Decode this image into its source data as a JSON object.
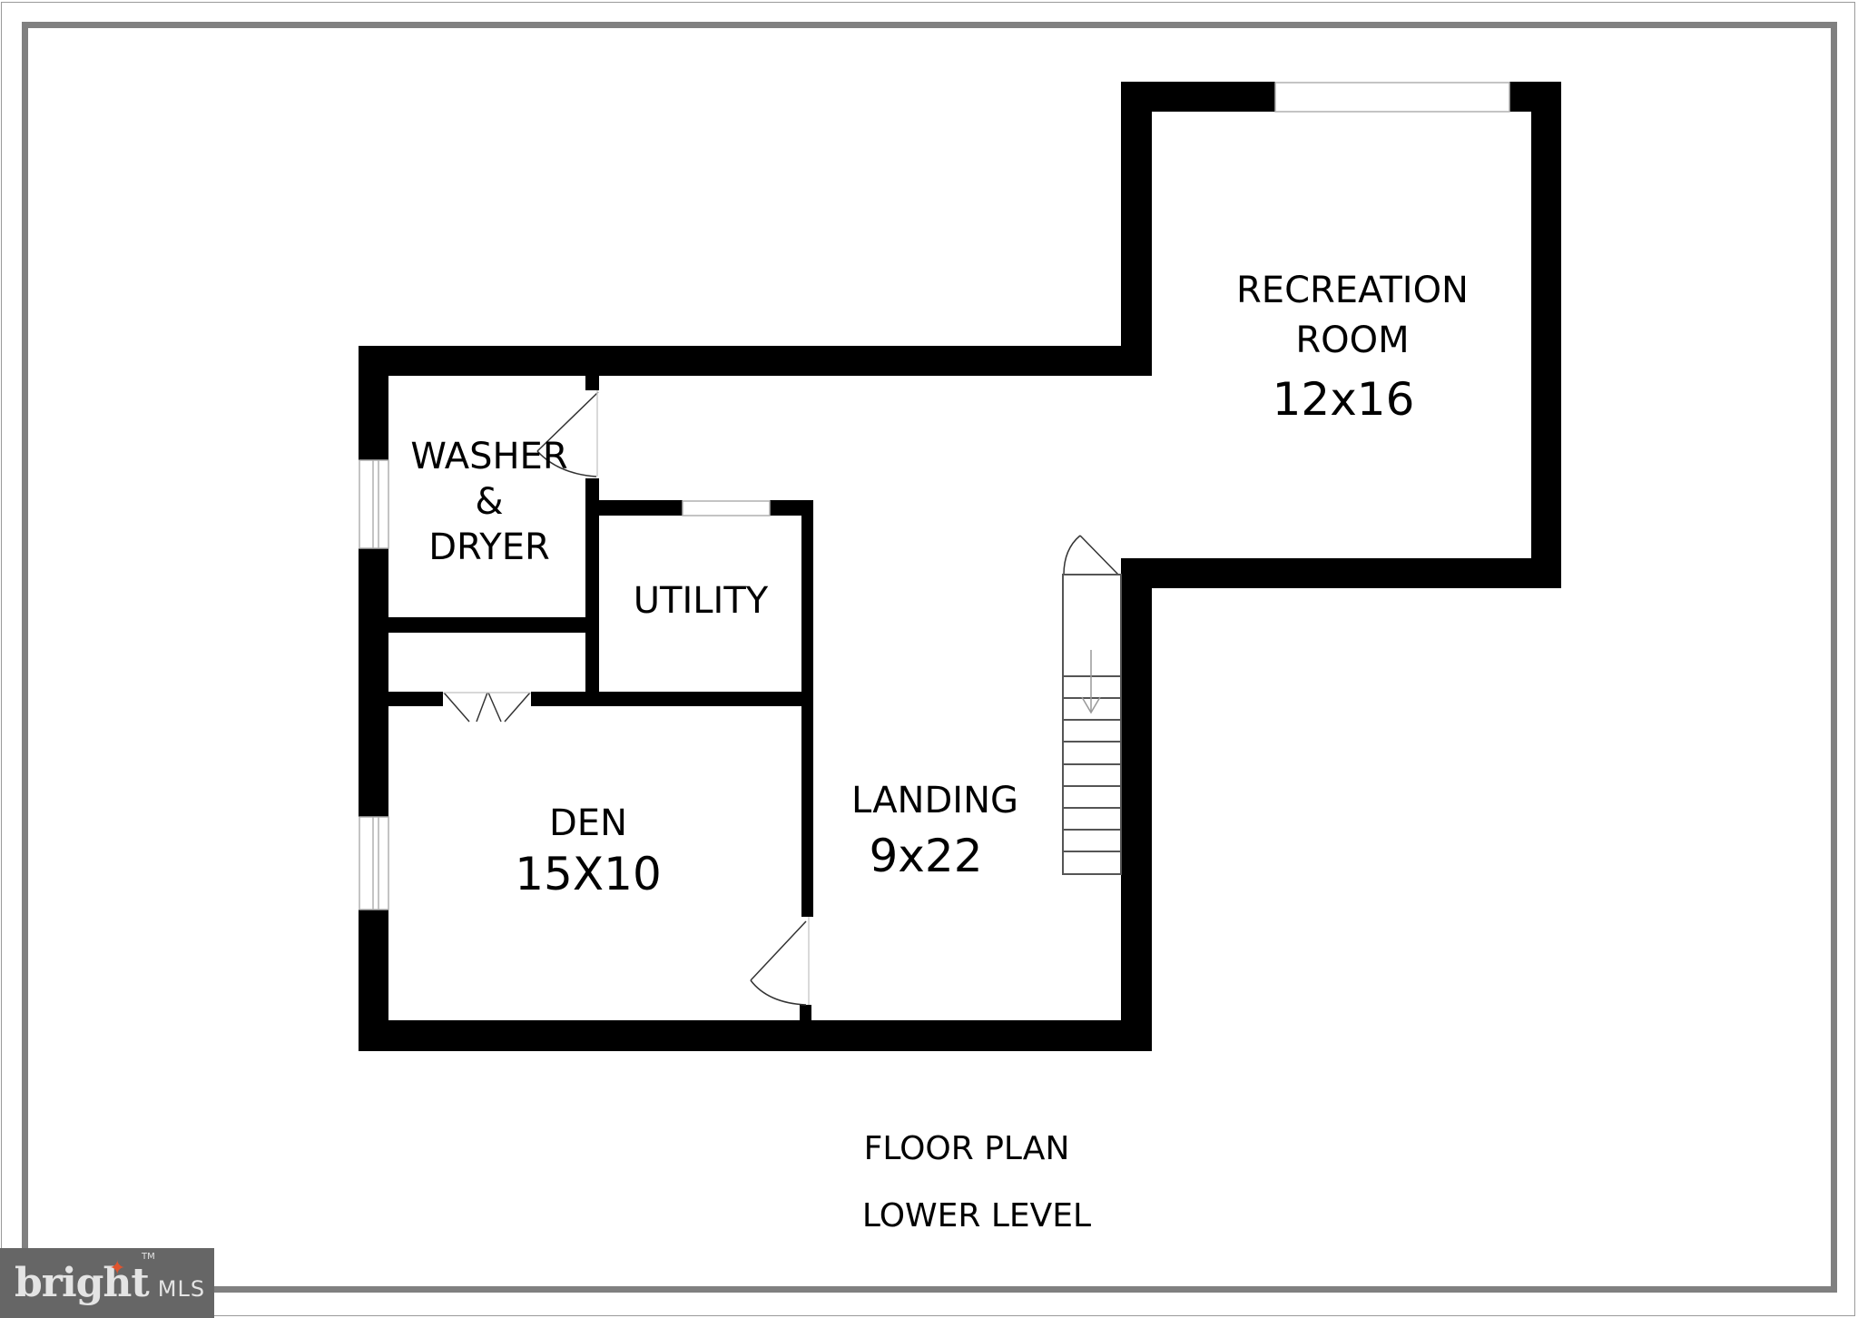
{
  "document": {
    "type": "floor-plan",
    "caption_line1": "FLOOR PLAN",
    "caption_line2": "LOWER LEVEL"
  },
  "rooms": [
    {
      "id": "recreation-room",
      "name_line1": "RECREATION",
      "name_line2": "ROOM",
      "dimensions": "12x16"
    },
    {
      "id": "washer-dryer",
      "name_line1": "WASHER",
      "name_line2": "&",
      "name_line3": "DRYER"
    },
    {
      "id": "utility",
      "name": "UTILITY"
    },
    {
      "id": "den",
      "name": "DEN",
      "dimensions": "15X10"
    },
    {
      "id": "landing",
      "name": "LANDING",
      "dimensions": "9x22"
    }
  ],
  "features": {
    "stairs": {
      "steps": 9,
      "direction": "down",
      "direction_icon": "arrow-down-icon"
    },
    "doors": [
      "washer-dryer-door",
      "den-door",
      "closet-double-door",
      "stair-door"
    ],
    "windows": [
      "recreation-top-window",
      "utility-top-window",
      "washer-left-window",
      "den-left-window"
    ]
  },
  "colors": {
    "wall": "#000000",
    "background": "#ffffff",
    "frame": "#808080",
    "window_line": "#b0b0b0",
    "logo_bg": "#666666",
    "logo_text": "#e4e4e4",
    "logo_accent": "#e0542e"
  },
  "watermark": {
    "brand": "bright",
    "trademark": "TM",
    "suffix": "MLS"
  }
}
